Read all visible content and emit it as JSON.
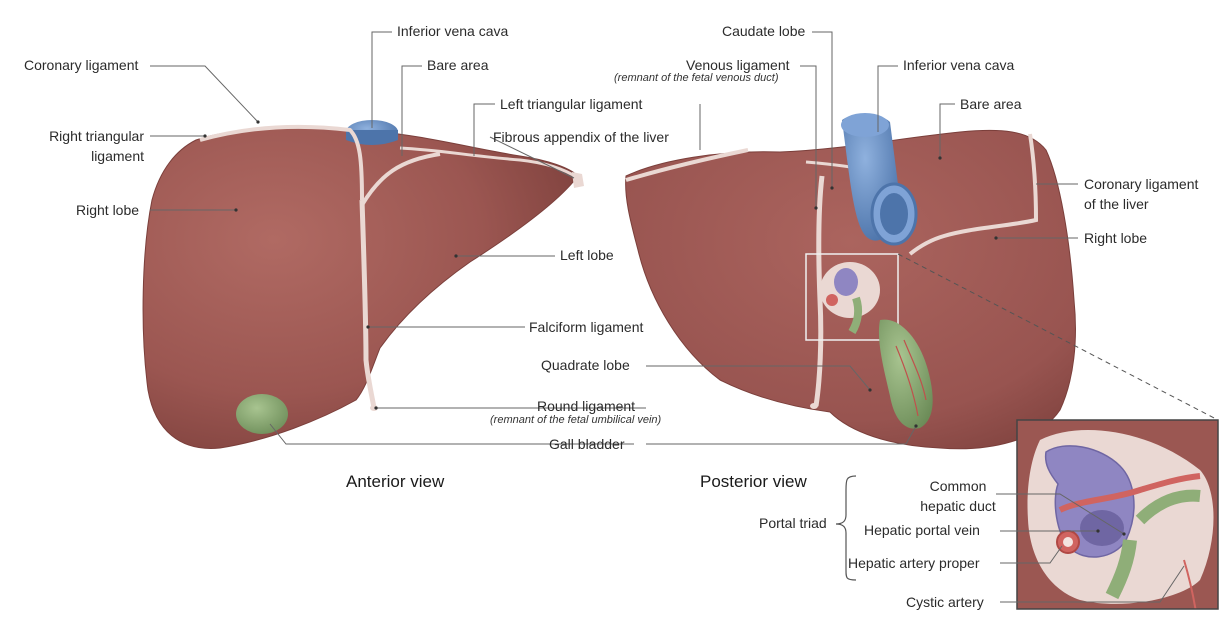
{
  "colors": {
    "liver": "#9e5a55",
    "liver_dark": "#7e403d",
    "ligament": "#ead8d3",
    "vein_blue": "#6b93c7",
    "gallbladder": "#8fae78",
    "artery": "#d06460",
    "portal_vein": "#8f86c2",
    "line": "#555555"
  },
  "views": {
    "anterior": {
      "title": "Anterior view",
      "labels": {
        "coronary": "Coronary ligament",
        "right_triangular_1": "Right triangular",
        "right_triangular_2": "ligament",
        "right_lobe": "Right lobe",
        "ivc": "Inferior vena cava",
        "bare_area": "Bare area",
        "left_triangular": "Left triangular ligament",
        "fibrous_appendix": "Fibrous appendix of the liver",
        "left_lobe": "Left lobe",
        "falciform": "Falciform ligament",
        "quadrate": "Quadrate lobe",
        "round": "Round ligament",
        "round_sub": "(remnant of the fetal umbilical vein)",
        "gall_bladder": "Gall bladder"
      }
    },
    "posterior": {
      "title": "Posterior view",
      "labels": {
        "caudate": "Caudate lobe",
        "venous": "Venous ligament",
        "venous_sub": "(remnant of the fetal venous duct)",
        "ivc": "Inferior vena cava",
        "bare_area": "Bare area",
        "coronary_1": "Coronary ligament",
        "coronary_2": "of the liver",
        "right_lobe": "Right lobe"
      }
    }
  },
  "inset": {
    "group_label": "Portal triad",
    "common_hepatic_1": "Common",
    "common_hepatic_2": "hepatic duct",
    "portal_vein": "Hepatic portal vein",
    "artery_proper": "Hepatic artery proper",
    "cystic_artery": "Cystic artery"
  }
}
